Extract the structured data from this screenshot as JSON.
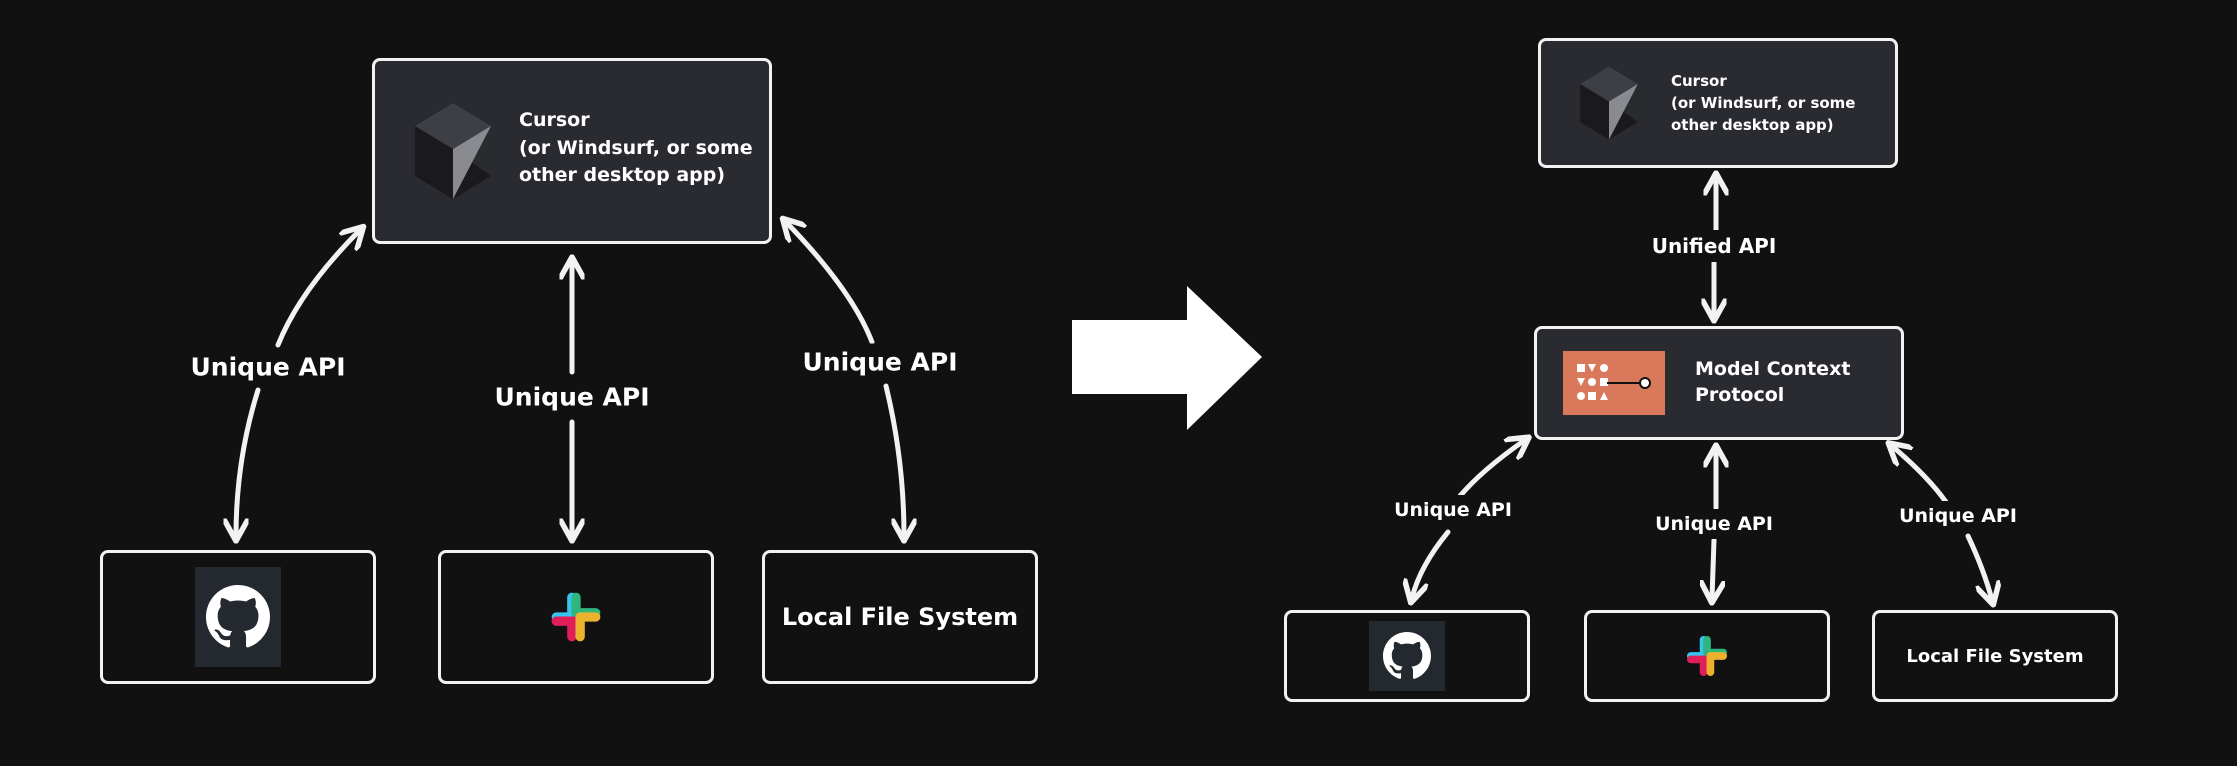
{
  "before": {
    "host": {
      "name": "Cursor",
      "line2": "(or Windsurf, or some",
      "line3": "other desktop app)"
    },
    "edge_labels": [
      "Unique API",
      "Unique API",
      "Unique API"
    ],
    "targets": [
      {
        "icon": "github-icon"
      },
      {
        "icon": "slack-icon"
      },
      {
        "label": "Local File System"
      }
    ]
  },
  "transition_arrow": {
    "icon": "right-arrow-icon"
  },
  "after": {
    "host": {
      "name": "Cursor",
      "line2": "(or Windsurf, or some",
      "line3": "other desktop app)"
    },
    "unified_label": "Unified API",
    "protocol": {
      "line1": "Model Context",
      "line2": "Protocol",
      "icon": "mcp-logo-icon"
    },
    "edge_labels": [
      "Unique API",
      "Unique API",
      "Unique API"
    ],
    "targets": [
      {
        "icon": "github-icon"
      },
      {
        "icon": "slack-icon"
      },
      {
        "label": "Local File System"
      }
    ]
  },
  "colors": {
    "background": "#111111",
    "box_fill": "#2a2b30",
    "stroke": "#f2f2f2",
    "mcp_accent": "#d9785a",
    "slack_blue": "#36c5f0",
    "slack_green": "#2eb67d",
    "slack_red": "#e01e5a",
    "slack_yellow": "#ecb22e"
  }
}
